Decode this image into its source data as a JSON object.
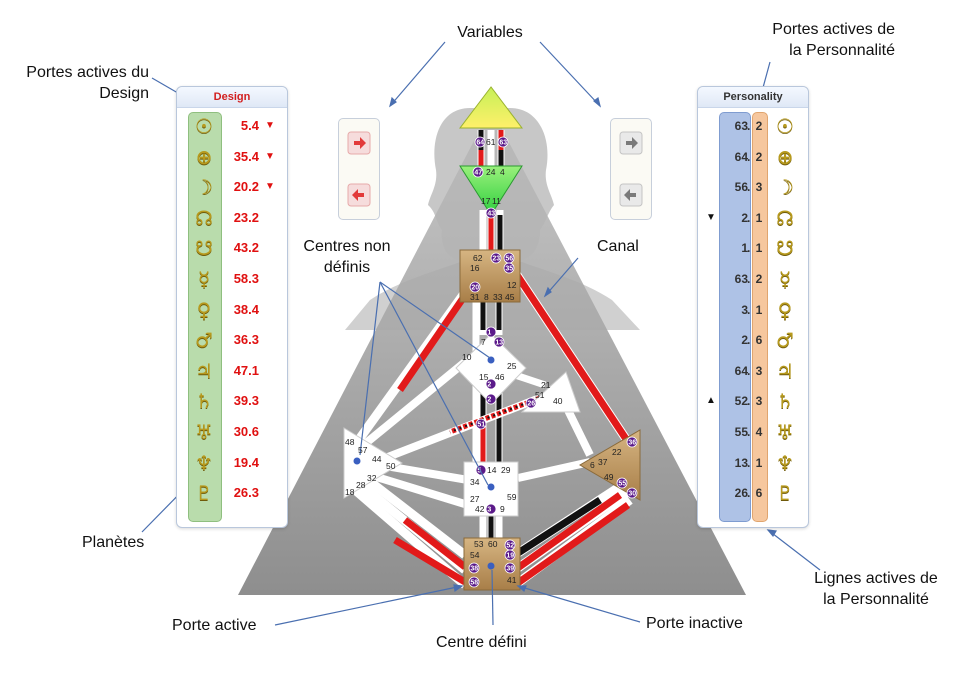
{
  "annotations": {
    "design_gates": "Portes actives du\nDesign",
    "variables": "Variables",
    "personality_gates": "Portes actives de\nla Personnalité",
    "undefined_centers": "Centres non\ndéfinis",
    "channel": "Canal",
    "planets": "Planètes",
    "personality_lines": "Lignes actives de\nla Personnalité",
    "active_gate": "Porte active",
    "defined_center": "Centre défini",
    "inactive_gate": "Porte inactive"
  },
  "design_panel": {
    "title": "Design",
    "rows": [
      {
        "planet": "sun-icon",
        "glyph": "☉",
        "gate": "5.4",
        "arrow": "▼"
      },
      {
        "planet": "earth-icon",
        "glyph": "⊕",
        "gate": "35.4",
        "arrow": "▼"
      },
      {
        "planet": "moon-icon",
        "glyph": "☽",
        "gate": "20.2",
        "arrow": "▼"
      },
      {
        "planet": "north-node-icon",
        "glyph": "☊",
        "gate": "23.2",
        "arrow": ""
      },
      {
        "planet": "south-node-icon",
        "glyph": "☋",
        "gate": "43.2",
        "arrow": ""
      },
      {
        "planet": "mercury-icon",
        "glyph": "☿",
        "gate": "58.3",
        "arrow": ""
      },
      {
        "planet": "venus-icon",
        "glyph": "♀",
        "gate": "38.4",
        "arrow": ""
      },
      {
        "planet": "mars-icon",
        "glyph": "♂",
        "gate": "36.3",
        "arrow": ""
      },
      {
        "planet": "jupiter-icon",
        "glyph": "♃",
        "gate": "47.1",
        "arrow": ""
      },
      {
        "planet": "saturn-icon",
        "glyph": "♄",
        "gate": "39.3",
        "arrow": ""
      },
      {
        "planet": "uranus-icon",
        "glyph": "♅",
        "gate": "30.6",
        "arrow": ""
      },
      {
        "planet": "neptune-icon",
        "glyph": "♆",
        "gate": "19.4",
        "arrow": ""
      },
      {
        "planet": "pluto-icon",
        "glyph": "♇",
        "gate": "26.3",
        "arrow": ""
      }
    ]
  },
  "personality_panel": {
    "title": "Personality",
    "rows": [
      {
        "planet": "sun-icon",
        "glyph": "☉",
        "gate": "63",
        "line": "2",
        "arrow": ""
      },
      {
        "planet": "earth-icon",
        "glyph": "⊕",
        "gate": "64",
        "line": "2",
        "arrow": ""
      },
      {
        "planet": "moon-icon",
        "glyph": "☽",
        "gate": "56",
        "line": "3",
        "arrow": ""
      },
      {
        "planet": "north-node-icon",
        "glyph": "☊",
        "gate": "2",
        "line": "1",
        "arrow": "▼"
      },
      {
        "planet": "south-node-icon",
        "glyph": "☋",
        "gate": "1",
        "line": "1",
        "arrow": ""
      },
      {
        "planet": "mercury-icon",
        "glyph": "☿",
        "gate": "63",
        "line": "2",
        "arrow": ""
      },
      {
        "planet": "venus-icon",
        "glyph": "♀",
        "gate": "3",
        "line": "1",
        "arrow": ""
      },
      {
        "planet": "mars-icon",
        "glyph": "♂",
        "gate": "2",
        "line": "6",
        "arrow": ""
      },
      {
        "planet": "jupiter-icon",
        "glyph": "♃",
        "gate": "64",
        "line": "3",
        "arrow": ""
      },
      {
        "planet": "saturn-icon",
        "glyph": "♄",
        "gate": "52",
        "line": "3",
        "arrow": "▲"
      },
      {
        "planet": "uranus-icon",
        "glyph": "♅",
        "gate": "55",
        "line": "4",
        "arrow": ""
      },
      {
        "planet": "neptune-icon",
        "glyph": "♆",
        "gate": "13",
        "line": "1",
        "arrow": ""
      },
      {
        "planet": "pluto-icon",
        "glyph": "♇",
        "gate": "26",
        "line": "6",
        "arrow": ""
      }
    ]
  },
  "variables": {
    "left_top_icon": "arrow-right-icon",
    "left_bottom_icon": "arrow-left-icon",
    "right_top_icon": "arrow-right-icon",
    "right_bottom_icon": "arrow-left-icon"
  },
  "colors": {
    "defined_center": "#b8935a",
    "head_center": "#e8f35a",
    "ajna_center": "#4fdc5a",
    "active_gate": "#5b1a8a",
    "channel_design": "#e21a1a",
    "channel_personality": "#111111",
    "design_strip": "#b9dcac",
    "personality_strip": "#aec2e6",
    "line_strip": "#f6c79e"
  },
  "bodygraph": {
    "head_gates": [
      "64",
      "61",
      "63"
    ],
    "ajna_gates": [
      "47",
      "24",
      "4",
      "17",
      "11",
      "43"
    ],
    "throat_gates": [
      "62",
      "23",
      "56",
      "16",
      "35",
      "12",
      "20",
      "31",
      "8",
      "33",
      "45"
    ],
    "g_gates": [
      "1",
      "13",
      "7",
      "10",
      "15",
      "46",
      "25",
      "2"
    ],
    "ego_gates": [
      "21",
      "51",
      "26",
      "40"
    ],
    "spleen_gates": [
      "48",
      "57",
      "44",
      "50",
      "32",
      "28",
      "18"
    ],
    "sacral_gates": [
      "5",
      "14",
      "29",
      "34",
      "27",
      "59",
      "42",
      "3",
      "9"
    ],
    "sp_gates": [
      "36",
      "6",
      "37",
      "22",
      "49",
      "55",
      "30"
    ],
    "root_gates": [
      "53",
      "60",
      "52",
      "54",
      "19",
      "38",
      "39",
      "58",
      "41"
    ]
  }
}
